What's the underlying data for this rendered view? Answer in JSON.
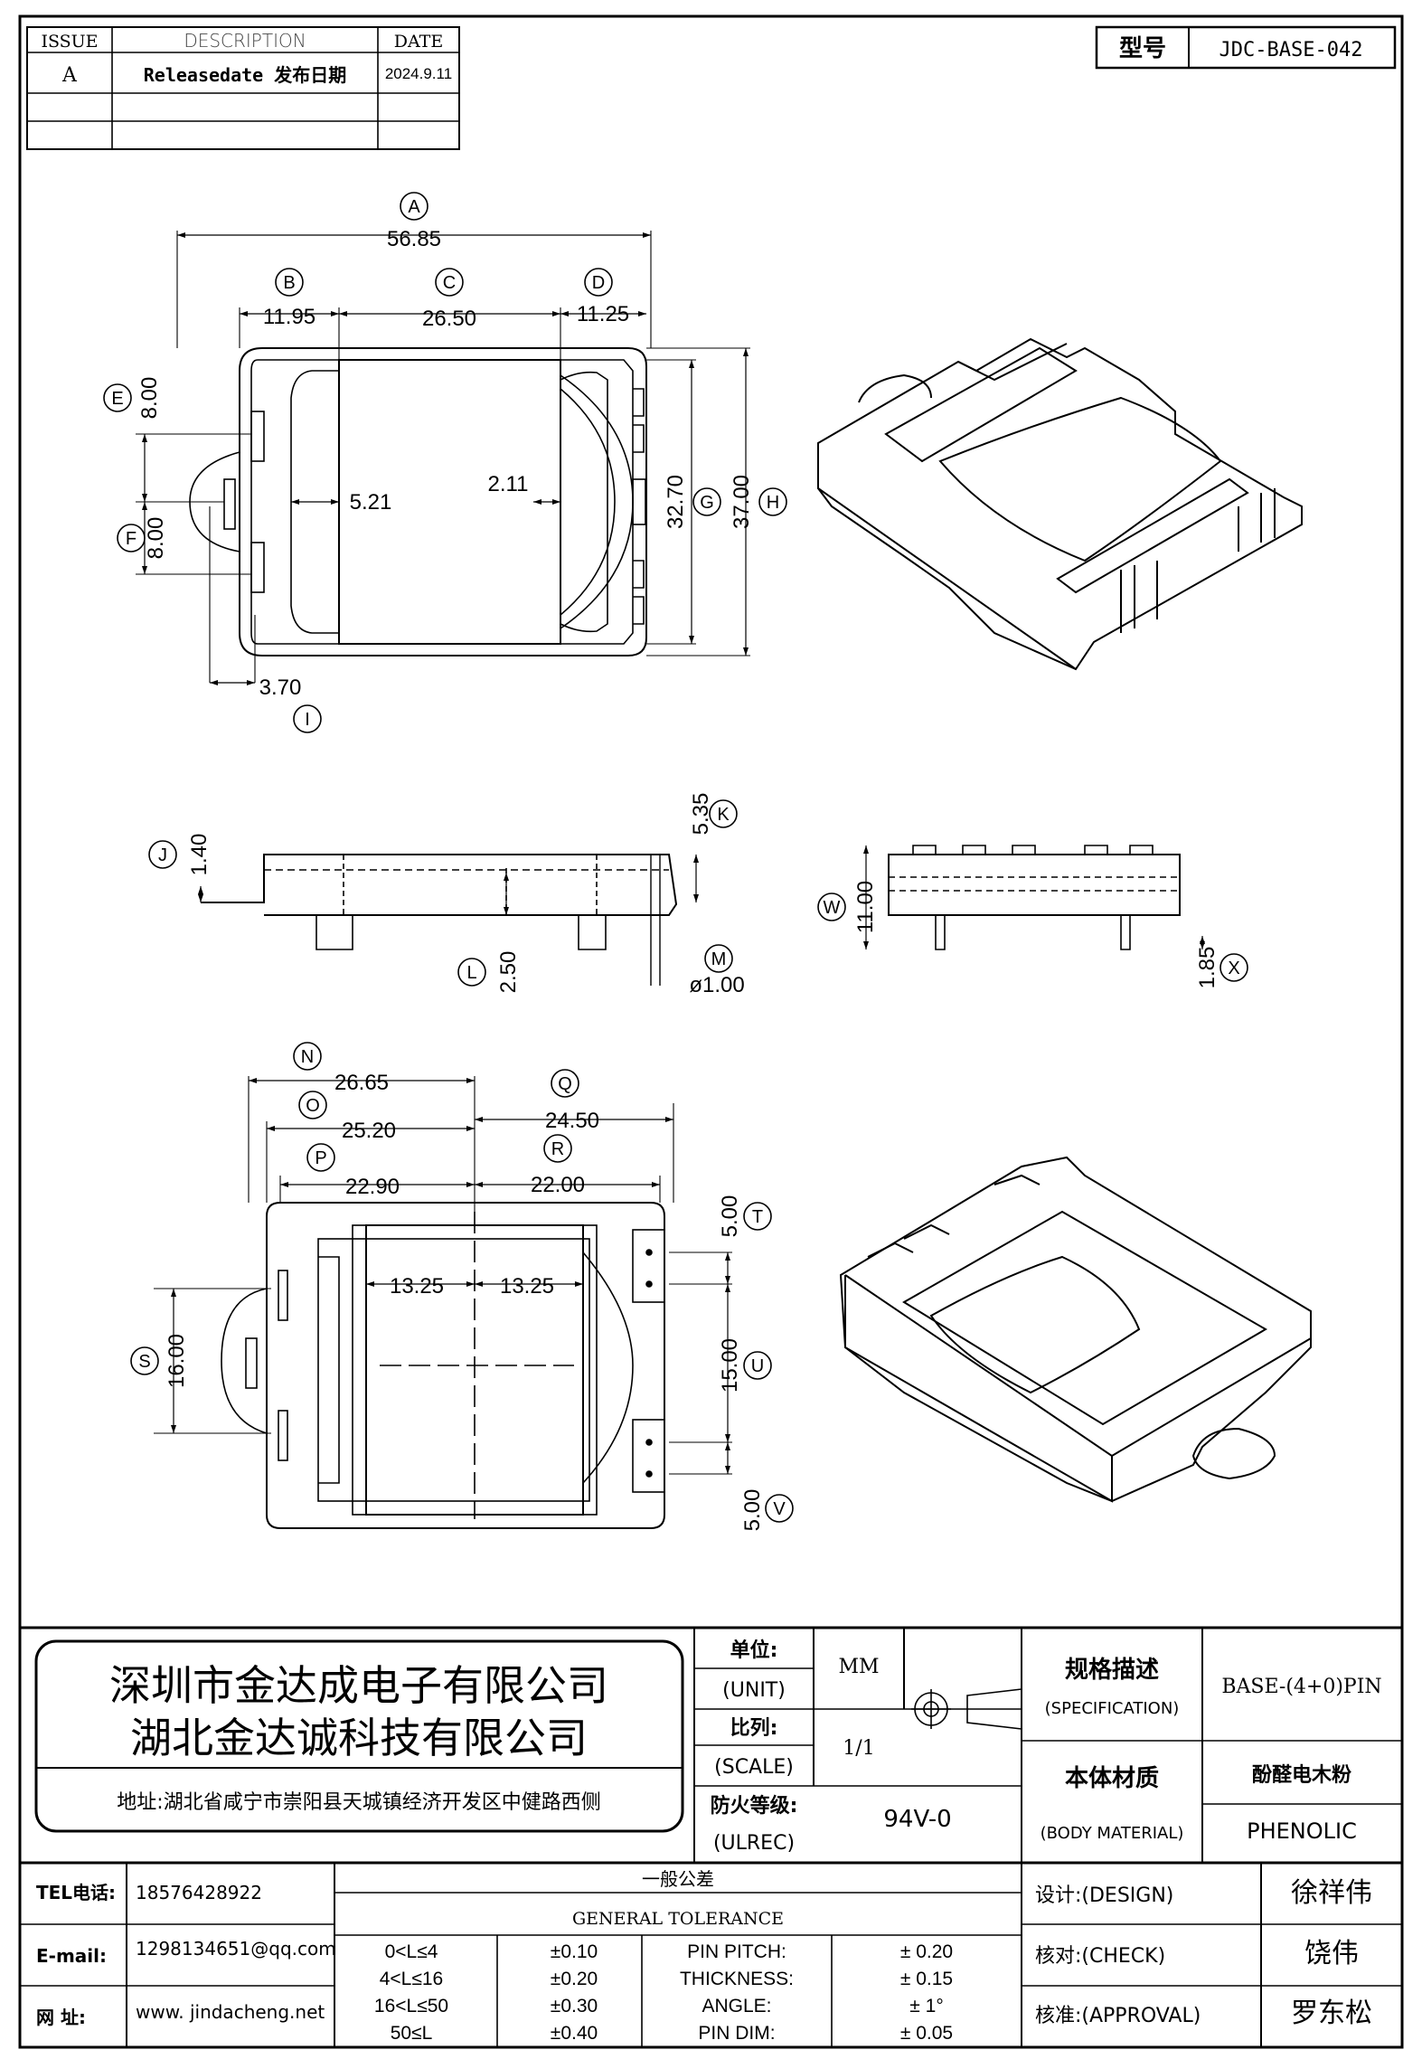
{
  "revision": {
    "headers": {
      "issue": "ISSUE",
      "description": "DESCRIPTION",
      "date": "DATE"
    },
    "rows": [
      {
        "issue": "A",
        "description": "Releasedate 发布日期",
        "date": "2024.9.11"
      }
    ]
  },
  "model": {
    "label": "型号",
    "value": "JDC-BASE-042"
  },
  "top_view": {
    "dims": {
      "A": "56.85",
      "B": "11.95",
      "C": "26.50",
      "D": "11.25",
      "E": "8.00",
      "F": "8.00",
      "G": "32.70",
      "H": "37.00",
      "I": "3.70",
      "inner_left": "5.21",
      "inner_right": "2.11"
    }
  },
  "side_view": {
    "dims": {
      "J": "1.40",
      "K": "5.35",
      "L": "2.50",
      "M": "ø1.00"
    }
  },
  "end_view": {
    "dims": {
      "W": "11.00",
      "X": "1.85"
    }
  },
  "bottom_view": {
    "dims": {
      "N": "26.65",
      "O": "25.20",
      "P": "22.90",
      "Q": "24.50",
      "R": "22.00",
      "center_left": "13.25",
      "center_right": "13.25",
      "S": "16.00",
      "T": "5.00",
      "U": "15.00",
      "V": "5.00"
    }
  },
  "labels": [
    "A",
    "B",
    "C",
    "D",
    "E",
    "F",
    "G",
    "H",
    "I",
    "J",
    "K",
    "L",
    "M",
    "N",
    "O",
    "P",
    "Q",
    "R",
    "S",
    "T",
    "U",
    "V",
    "W",
    "X"
  ],
  "title_block": {
    "company_1": "深圳市金达成电子有限公司",
    "company_2": "湖北金达诚科技有限公司",
    "address": "地址:湖北省咸宁市崇阳县天城镇经济开发区中健路西侧",
    "unit_label": "单位:",
    "unit_label_en": "(UNIT)",
    "unit_value": "MM",
    "scale_label": "比列:",
    "scale_label_en": "(SCALE)",
    "scale_value": "1/1",
    "fire_label": "防火等级:",
    "fire_label_en": "(ULREC)",
    "fire_value": "94V-0",
    "spec_label": "规格描述",
    "spec_label_en": "(SPECIFICATION)",
    "spec_value": "BASE-(4+0)PIN",
    "material_label": "本体材质",
    "material_label_en": "(BODY MATERIAL)",
    "material_value_cn": "酚醛电木粉",
    "material_value_en": "PHENOLIC",
    "tel_label": "TEL电话:",
    "tel_value": "18576428922",
    "email_label": "E-mail:",
    "email_value": "1298134651@qq.com",
    "web_label": "网  址:",
    "web_value": "www. jindacheng.net",
    "tolerance_title_cn": "一般公差",
    "tolerance_title_en": "GENERAL TOLERANCE",
    "tolerance_rows": [
      {
        "range": "0<L≤4",
        "tol": "±0.10",
        "item": "PIN PITCH:",
        "value": "±  0.20"
      },
      {
        "range": "4<L≤16",
        "tol": "±0.20",
        "item": "THICKNESS:",
        "value": "±  0.15"
      },
      {
        "range": "16<L≤50",
        "tol": "±0.30",
        "item": "ANGLE:",
        "value": "±  1°"
      },
      {
        "range": "50≤L",
        "tol": "±0.40",
        "item": "PIN DIM:",
        "value": "±  0.05"
      }
    ],
    "design_label": "设计:(DESIGN)",
    "design_value": "徐祥伟",
    "check_label": "核对:(CHECK)",
    "check_value": "饶伟",
    "approval_label": "核准:(APPROVAL)",
    "approval_value": "罗东松"
  }
}
